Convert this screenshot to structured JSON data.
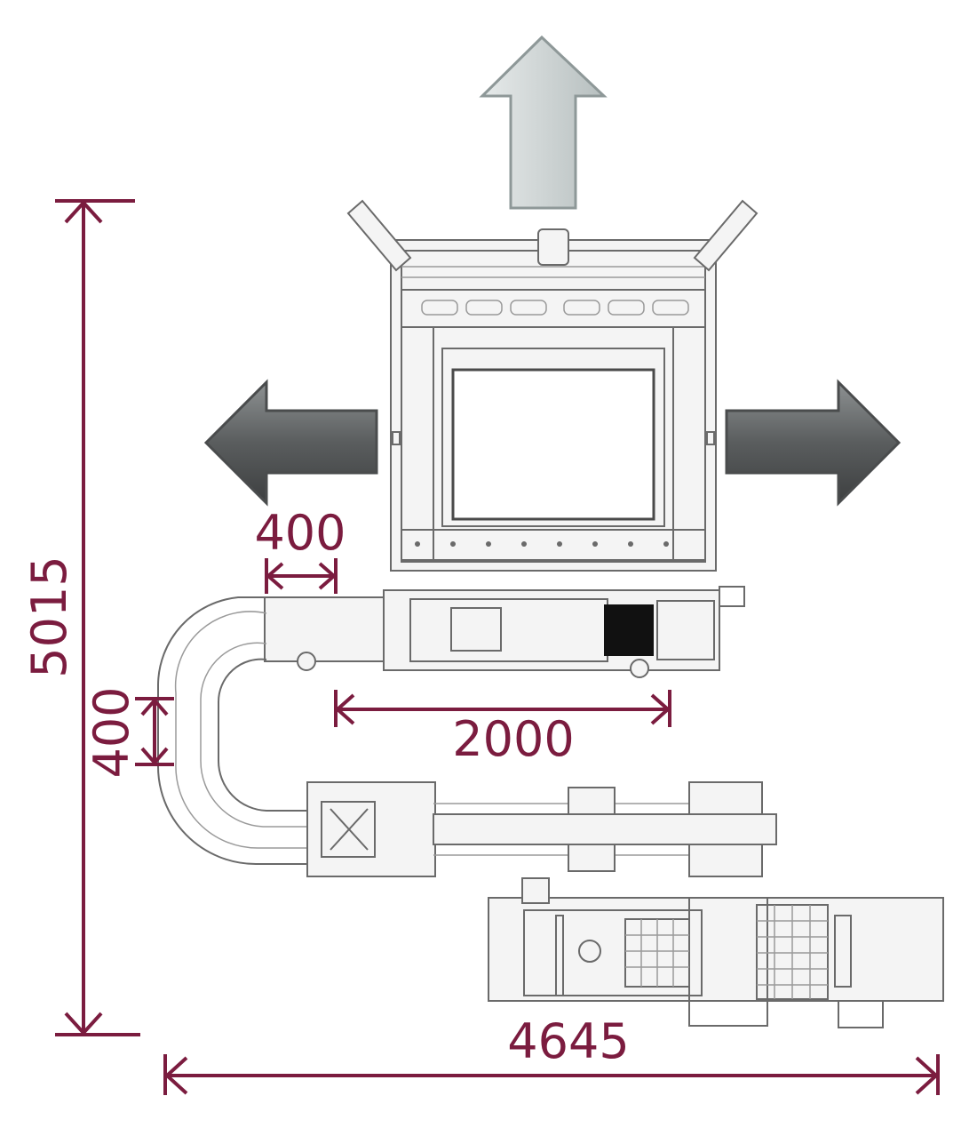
{
  "dimensions": {
    "overall_height": "5015",
    "overall_width": "4645",
    "conveyor_offset": "400",
    "loop_width": "400",
    "infeed_length": "2000"
  },
  "colors": {
    "dimension": "#7b1c3f",
    "arrow_dark": "#5f6263",
    "arrow_light": "#c9d0d0",
    "machine_line": "#6a6a6a"
  },
  "arrows": [
    "exit-up",
    "exit-left",
    "exit-right"
  ]
}
